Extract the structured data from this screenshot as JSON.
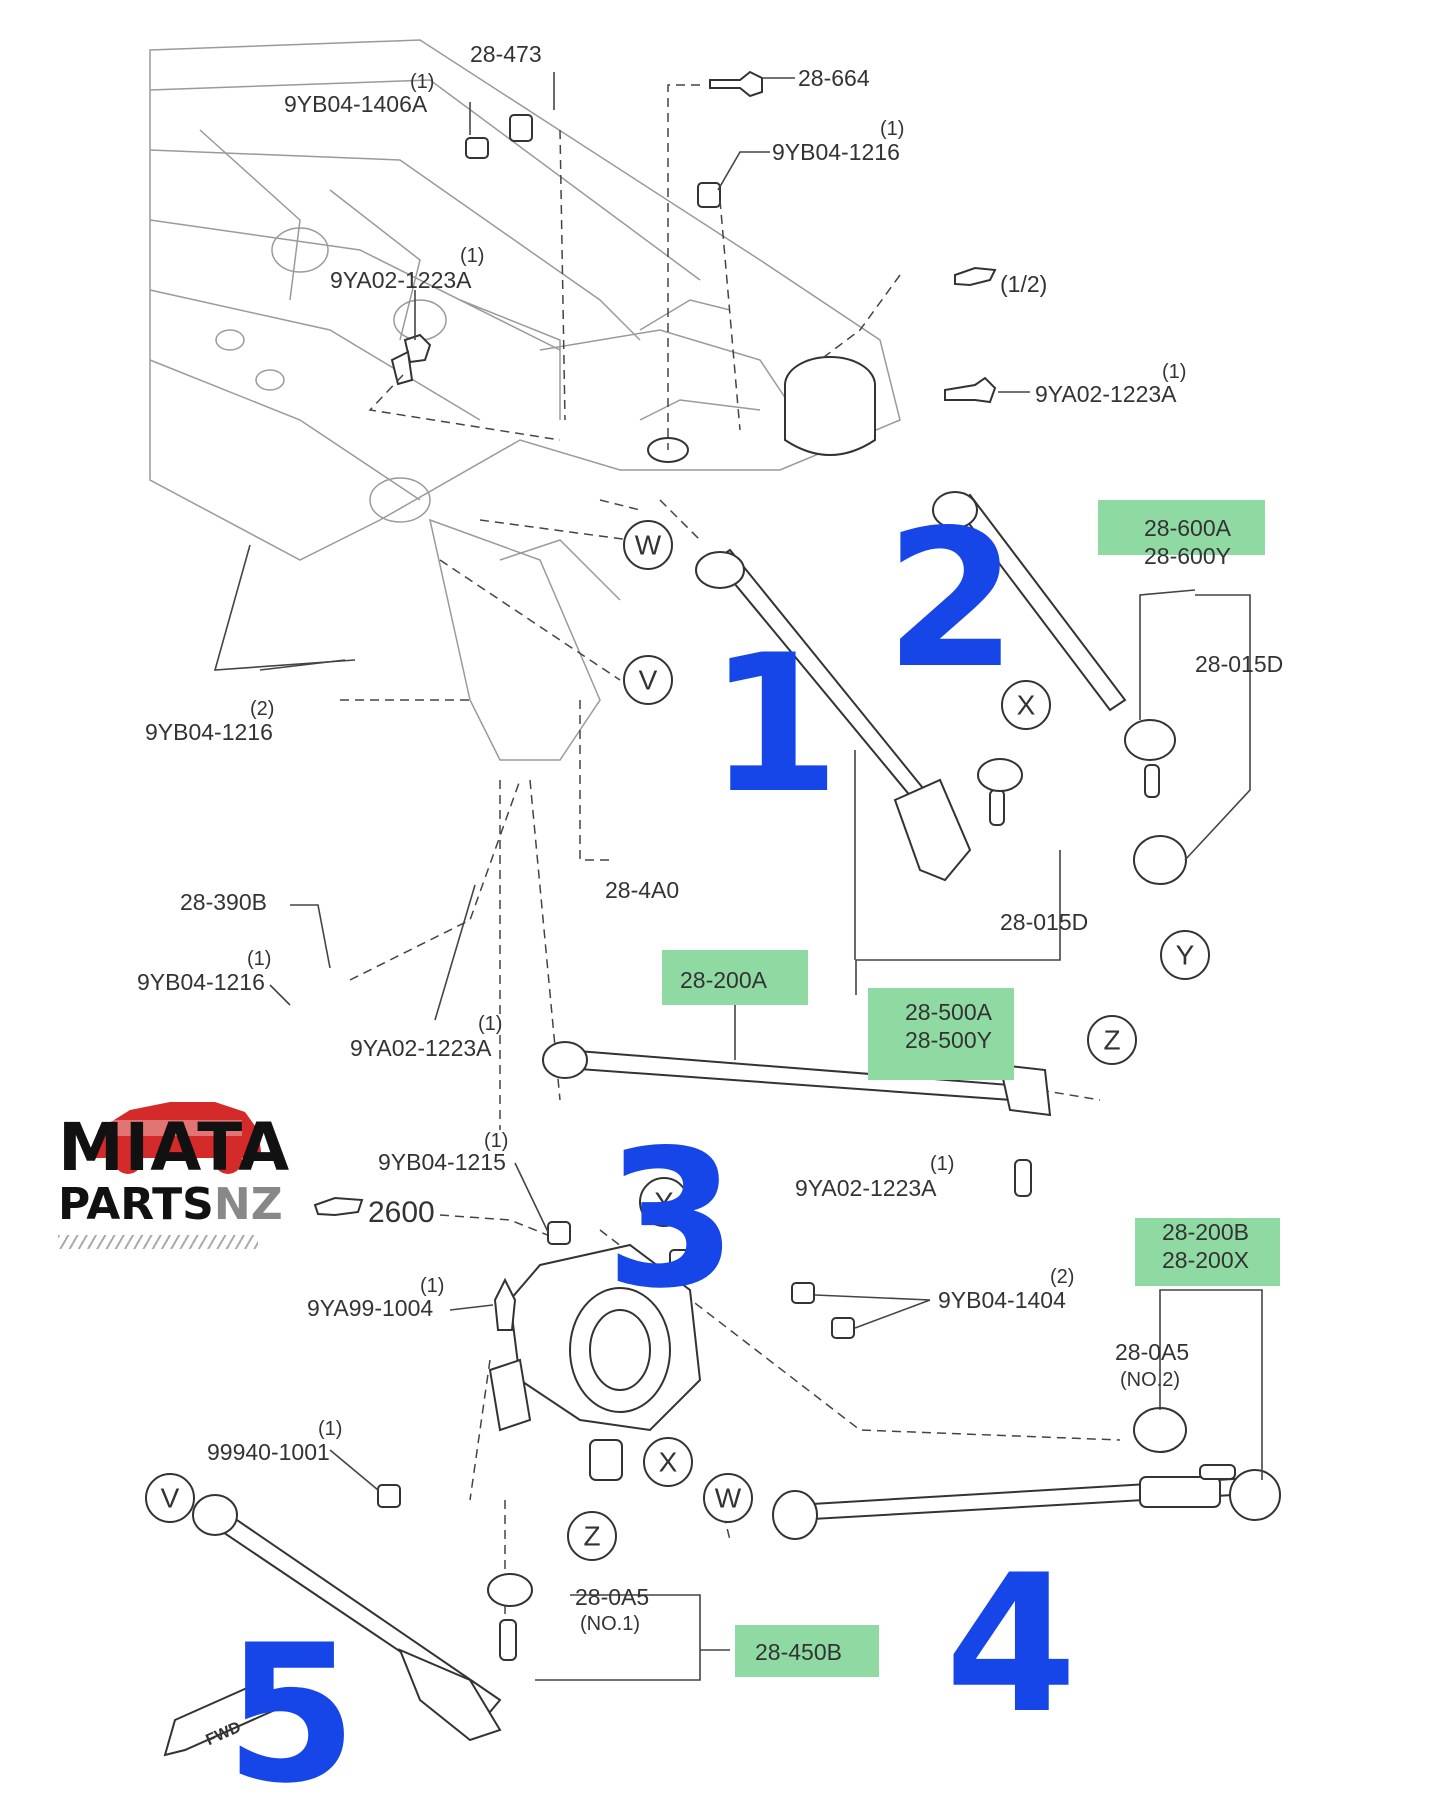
{
  "labels": {
    "p28_473": "28-473",
    "p28_664": "28-664",
    "q_1": "(1)",
    "q_2": "(2)",
    "p9yb04_1406a": "9YB04-1406A",
    "p9yb04_1216": "9YB04-1216",
    "p9ya02_1223a": "9YA02-1223A",
    "ref_half": "(1/2)",
    "p28_600a": "28-600A",
    "p28_600y": "28-600Y",
    "p28_015d": "28-015D",
    "p28_4a0": "28-4A0",
    "p28_390b": "28-390B",
    "p28_200a": "28-200A",
    "p28_500a": "28-500A",
    "p28_500y": "28-500Y",
    "p9yb04_1215": "9YB04-1215",
    "ref_2600": "2600",
    "p9ya99_1004": "9YA99-1004",
    "p9yb04_1404": "9YB04-1404",
    "p28_200b": "28-200B",
    "p28_200x": "28-200X",
    "p28_0a5": "28-0A5",
    "no2": "(NO.2)",
    "no1": "(NO.1)",
    "p99940_1001": "99940-1001",
    "p28_450b": "28-450B",
    "fwd": "FWD"
  },
  "markers": {
    "w": "W",
    "v": "V",
    "x": "X",
    "y": "Y",
    "z": "Z"
  },
  "annotations": {
    "n1": "1",
    "n2": "2",
    "n3": "3",
    "n4": "4",
    "n5": "5"
  },
  "logo": {
    "line1": "MIATA",
    "line2a": "PARTS",
    "line2b": "NZ"
  },
  "colors": {
    "highlight": "#8fd9a2",
    "annotation": "#1646e8",
    "logo_car": "#d42a2a"
  }
}
